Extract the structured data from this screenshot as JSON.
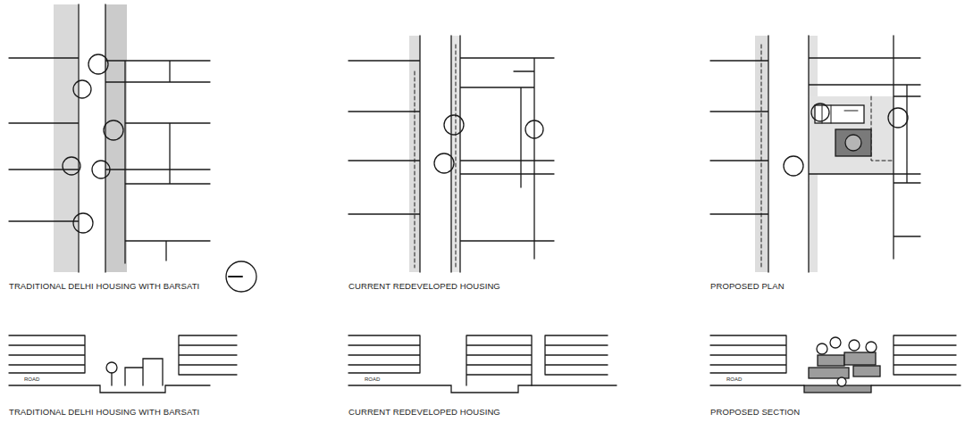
{
  "diagram": {
    "labels": [
      "TRADITIONAL DELHI HOUSING WITH BARSATI",
      "CURRENT REDEVELOPED HOUSING",
      "PROPOSED PLAN",
      "ROAD",
      "ROAD",
      "ROAD",
      "TRADITIONAL DELHI HOUSING WITH BARSATI",
      "CURRENT REDEVELOPED HOUSING",
      "PROPOSED SECTION"
    ]
  }
}
